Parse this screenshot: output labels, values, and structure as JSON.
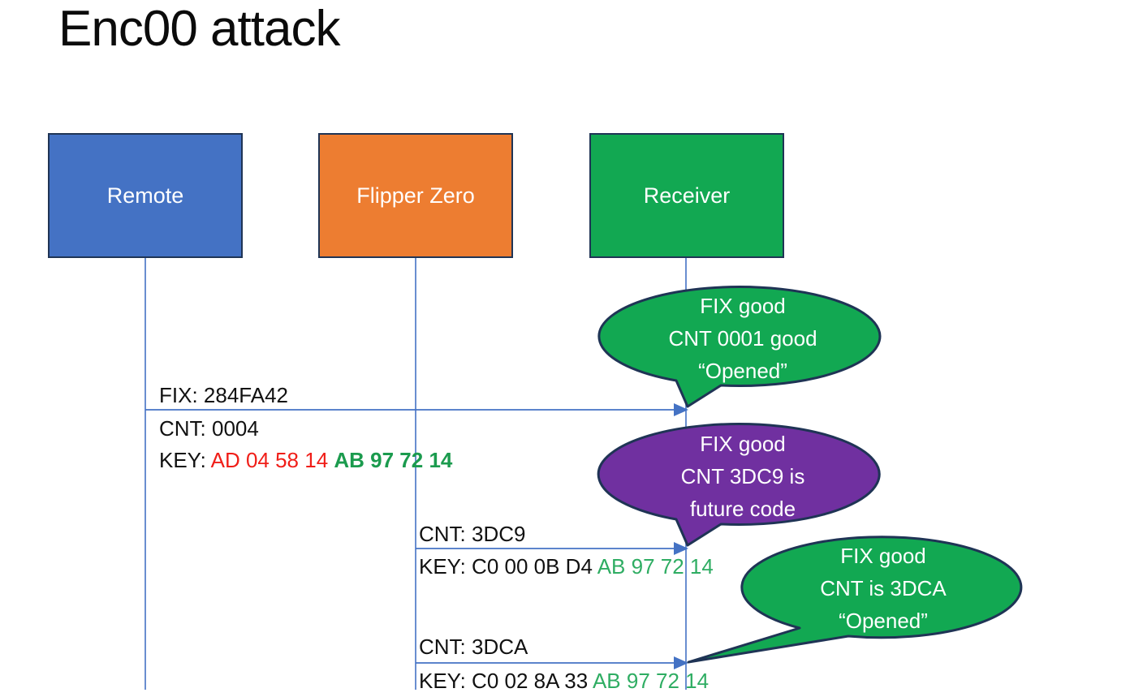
{
  "title": "Enc00 attack",
  "colors": {
    "remote_fill": "#4472C4",
    "flipper_fill": "#ED7D31",
    "receiver_fill": "#12A852",
    "bubble_green": "#12A852",
    "bubble_purple": "#7030A0",
    "outline_navy": "#1F3455",
    "line_blue": "#4472C4",
    "key_red": "#F01E18",
    "key_green_bold": "#1B9B4E",
    "key_green": "#2FAD63"
  },
  "actors": [
    {
      "label": "Remote"
    },
    {
      "label": "Flipper Zero"
    },
    {
      "label": "Receiver"
    }
  ],
  "messages": [
    {
      "from": "Remote",
      "to": "Receiver",
      "above": "FIX: 284FA42",
      "cnt": "CNT: 0004",
      "key_parts": {
        "black": "KEY: ",
        "red": "AD 04 58 14 ",
        "green": "AB 97 72 14"
      }
    },
    {
      "from": "Flipper Zero",
      "to": "Receiver",
      "above": "CNT: 3DC9",
      "key_parts": {
        "black": "KEY: C0 00 0B D4 ",
        "green": "AB 97 72 14"
      }
    },
    {
      "from": "Flipper Zero",
      "to": "Receiver",
      "above": "CNT: 3DCA",
      "key_parts": {
        "black": "KEY: C0 02 8A 33 ",
        "green": "AB 97 72 14"
      }
    }
  ],
  "callouts": [
    {
      "color": "green",
      "lines": [
        "FIX good",
        "CNT 0001 good",
        "“Opened”"
      ]
    },
    {
      "color": "purple",
      "lines": [
        "FIX good",
        "CNT 3DC9 is",
        "future code"
      ]
    },
    {
      "color": "green",
      "lines": [
        "FIX good",
        "CNT is 3DCA",
        "“Opened”"
      ]
    }
  ]
}
